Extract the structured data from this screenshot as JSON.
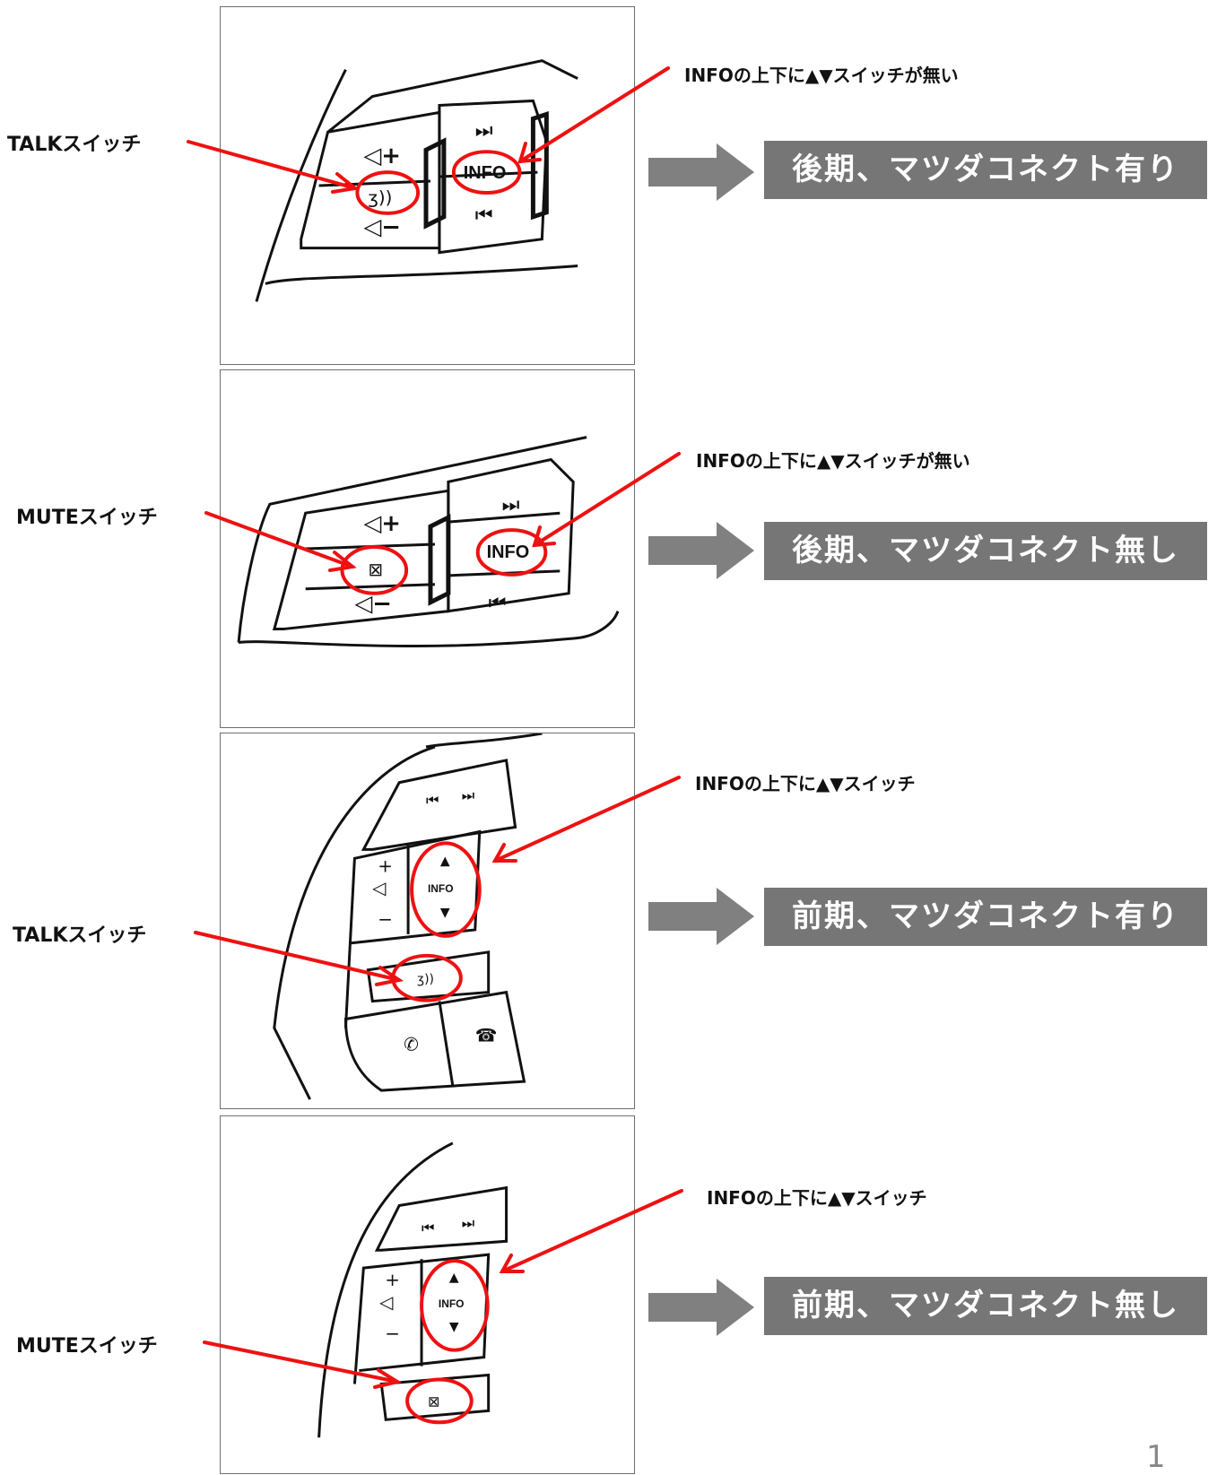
{
  "rows": [
    {
      "switch_label": "TALKスイッチ",
      "info_note": "INFOの上下に▲▼スイッチが無い",
      "result": "後期、マツダコネクト有り",
      "buttons": {
        "vol_up": "+",
        "vol_down": "−",
        "next": "⏭",
        "info": "INFO",
        "prev": "⏮"
      }
    },
    {
      "switch_label": "MUTEスイッチ",
      "info_note": "INFOの上下に▲▼スイッチが無い",
      "result": "後期、マツダコネクト無し",
      "buttons": {
        "vol_up": "+",
        "vol_down": "−",
        "next": "⏭",
        "info": "INFO",
        "prev": "⏮"
      }
    },
    {
      "switch_label": "TALKスイッチ",
      "info_note": "INFOの上下に▲▼スイッチ",
      "result": "前期、マツダコネクト有り",
      "buttons": {
        "vol_up": "+",
        "vol_down": "−",
        "next": "⏭",
        "info": "INFO",
        "prev": "⏮"
      }
    },
    {
      "switch_label": "MUTEスイッチ",
      "info_note": "INFOの上下に▲▼スイッチ",
      "result": "前期、マツダコネクト無し",
      "buttons": {
        "vol_up": "+",
        "vol_down": "−",
        "next": "⏭",
        "info": "INFO",
        "prev": "⏮"
      }
    }
  ],
  "page_number": "1",
  "colors": {
    "annotation": "#ee1111",
    "result_bg": "#767676",
    "arrow": "#808080"
  }
}
